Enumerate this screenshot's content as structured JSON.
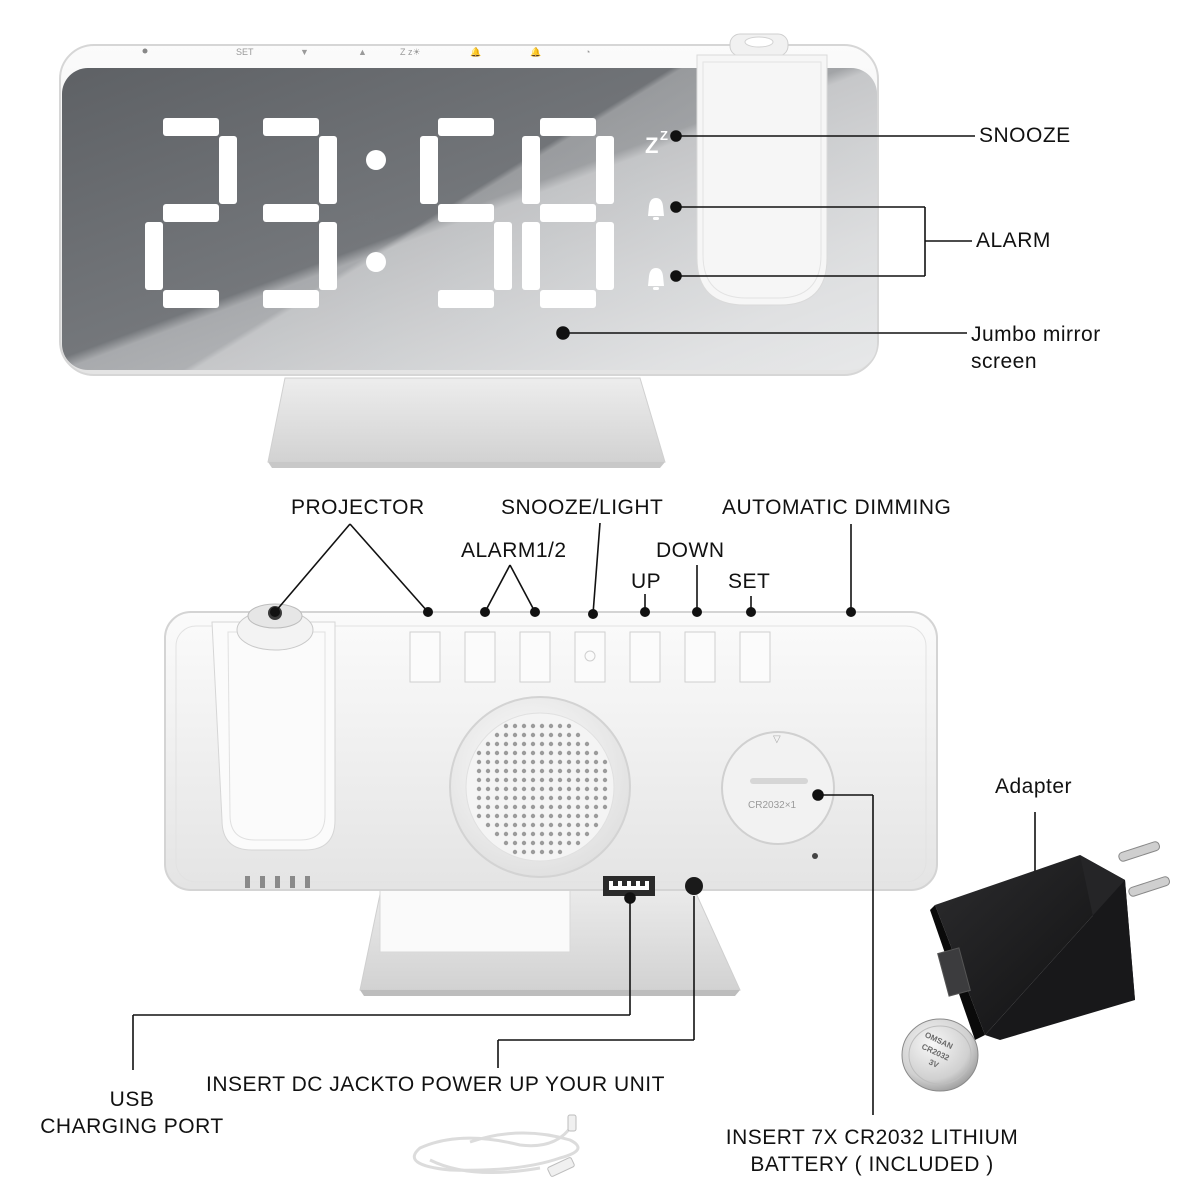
{
  "display": {
    "time": "23:58"
  },
  "front_callouts": {
    "snooze": "SNOOZE",
    "alarm": "ALARM",
    "mirror_line1": "Jumbo mirror",
    "mirror_line2": "screen"
  },
  "top_button_marks": [
    "SET",
    "▼",
    "▲",
    "Z z☀",
    "🔔",
    "🔔",
    "◔"
  ],
  "rear_callouts": {
    "projector": "PROJECTOR",
    "snooze_light": "SNOOZE/LIGHT",
    "automatic_dimming": "AUTOMATIC DIMMING",
    "alarm12": "ALARM1/2",
    "down": "DOWN",
    "up": "UP",
    "set": "SET",
    "adapter": "Adapter",
    "usb_line1": "USB",
    "usb_line2": "CHARGING PORT",
    "dc_jack": "INSERT DC JACKTO POWER UP YOUR UNIT",
    "battery_line1": "INSERT 7X CR2032 LITHIUM",
    "battery_line2": "BATTERY ( INCLUDED )"
  },
  "battery_door_text": "CR2032×1",
  "coin_cell_text": {
    "brand": "OMSAN",
    "model": "CR2032",
    "voltage": "3V"
  },
  "colors": {
    "mirror_dark": "#6f7276",
    "mirror_light": "#c9cbcd",
    "digit": "#ffffff",
    "adapter": "#1d1d1f"
  }
}
